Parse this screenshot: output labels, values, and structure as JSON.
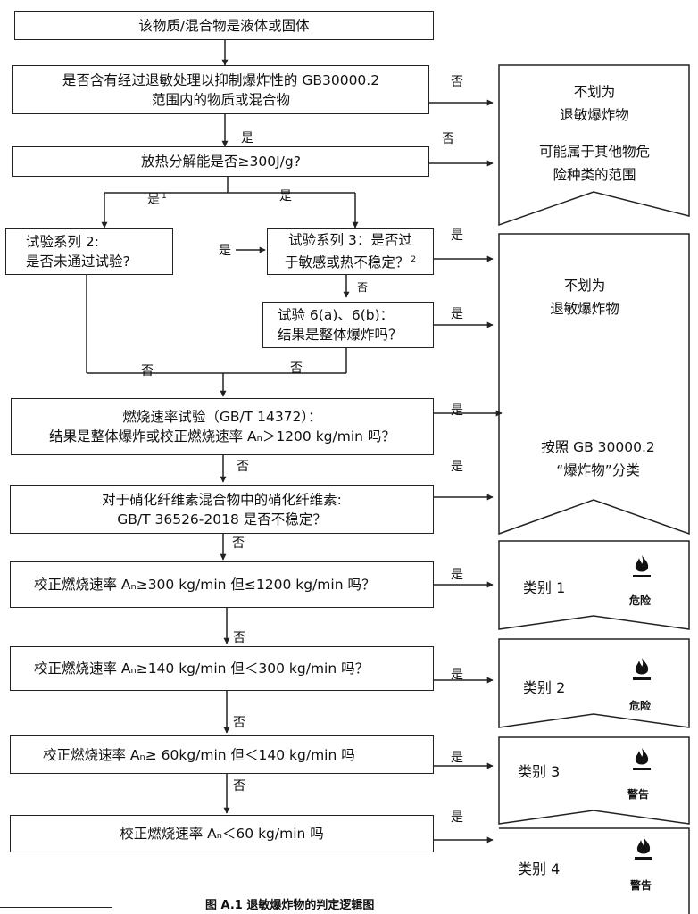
{
  "diagram": {
    "boxes": {
      "start": "该物质/混合物是液体或固体",
      "q_desens_l1": "是否含有经过退敏处理以抑制爆炸性的 GB30000.2",
      "q_desens_l2": "范围内的物质或混合物",
      "q_heat": "放热分解能是否≥300J/g?",
      "series2_l1": "试验系列 2:",
      "series2_l2": "是否未通过试验?",
      "series3_l1": "试验系列 3：是否过",
      "series3_l2": "于敏感或热不稳定？",
      "series3_sup": "2",
      "test6_l1": "试验 6(a)、6(b)：",
      "test6_l2": "结果是整体爆炸吗？",
      "burn_l1": "燃烧速率试验（GB/T 14372）：",
      "burn_l2": "结果是整体爆炸或校正燃烧速率 Aₙ＞1200 kg/min 吗？",
      "nitro_l1": "对于硝化纤维素混合物中的硝化纤维素:",
      "nitro_l2": "GB/T 36526-2018 是否不稳定？",
      "rate1": "校正燃烧速率 Aₙ≥300 kg/min 但≤1200 kg/min 吗？",
      "rate2": "校正燃烧速率 Aₙ≥140 kg/min 但＜300 kg/min 吗？",
      "rate3": "校正燃烧速率 Aₙ≥ 60kg/min 但＜140 kg/min 吗",
      "rate4": "校正燃烧速率 Aₙ＜60 kg/min 吗"
    },
    "outcomes": {
      "not_class_1a": "不划为",
      "not_class_1b": "退敏爆炸物",
      "other_hazard_1": "可能属于其他物危",
      "other_hazard_2": "险种类的范围",
      "not_class_2a": "不划为",
      "not_class_2b": "退敏爆炸物",
      "explosive_1": "按照 GB 30000.2",
      "explosive_2": "“爆炸物”分类"
    },
    "categories": [
      {
        "label": "类别 1",
        "signal": "危险",
        "icon": "flame-icon"
      },
      {
        "label": "类别 2",
        "signal": "危险",
        "icon": "flame-icon"
      },
      {
        "label": "类别 3",
        "signal": "警告",
        "icon": "flame-icon"
      },
      {
        "label": "类别 4",
        "signal": "警告",
        "icon": "flame-icon"
      }
    ],
    "edge_labels": {
      "yes": "是",
      "no": "否",
      "footnote_1": "1"
    },
    "caption": "图 A.1  退敏爆炸物的判定逻辑图"
  }
}
